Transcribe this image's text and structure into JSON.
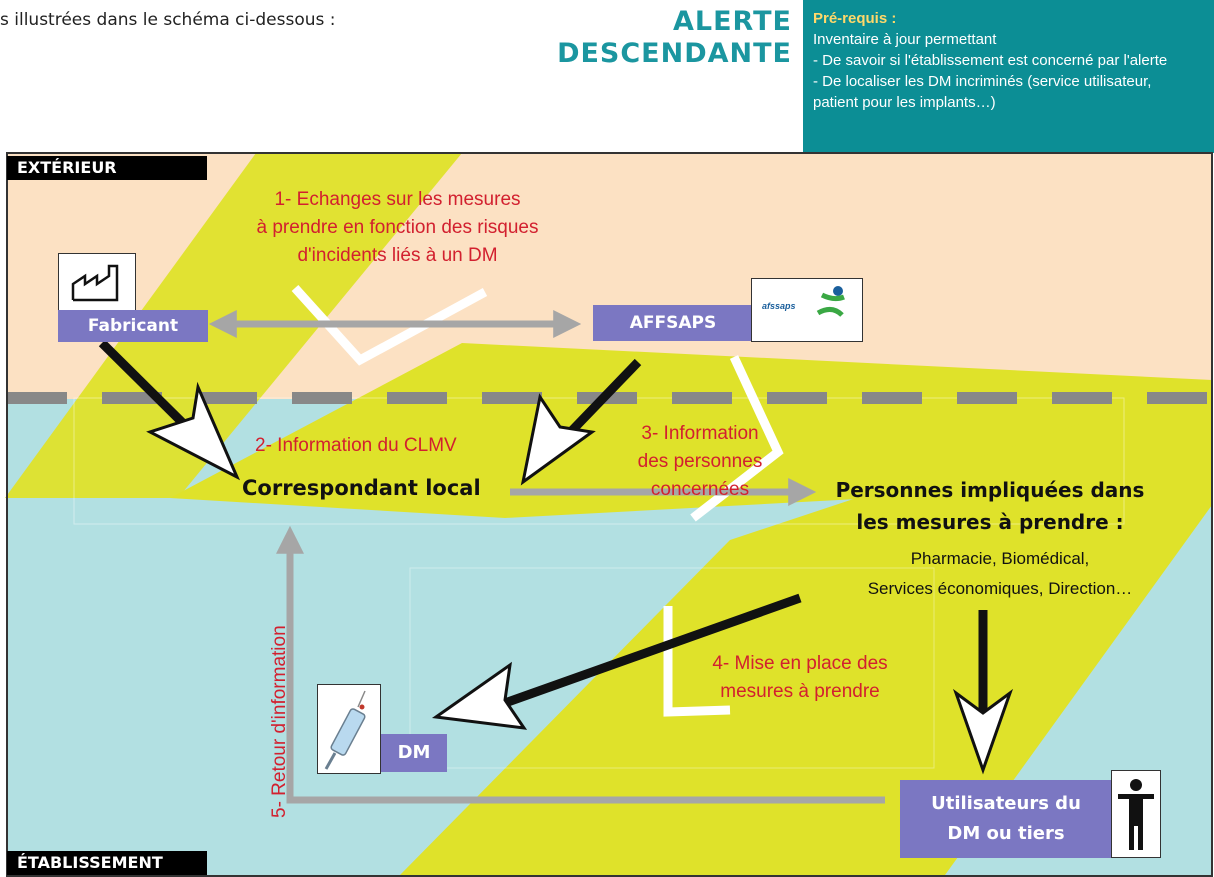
{
  "intro_text": "s illustrées dans le schéma ci-dessous :",
  "alert_title": [
    "ALERTE",
    "DESCENDANTE"
  ],
  "prerequisites": {
    "title": "Pré-requis :",
    "lines": [
      "Inventaire à jour permettant",
      "- De savoir si l'établissement est concerné par l'alerte",
      "- De localiser les DM incriminés (service utilisateur,",
      "patient pour les implants…)"
    ]
  },
  "zones": {
    "exterior": "EXTÉRIEUR",
    "establishment": "ÉTABLISSEMENT"
  },
  "colors": {
    "exterior": "#fce1c3",
    "establishment": "#b2e0e2",
    "band": "#dfe22a",
    "box": "#7b77c2",
    "steps": "#d2202f",
    "header": "#0c8e95"
  },
  "nodes": {
    "manufacturer": "Fabricant",
    "affsaps": "AFFSAPS",
    "affsaps_logo": "afssaps",
    "local_correspondent": "Correspondant local",
    "involved_people": [
      "Personnes impliquées dans",
      "les mesures à prendre :"
    ],
    "involved_people_list": [
      "Pharmacie, Biomédical,",
      "Services économiques, Direction…"
    ],
    "dm": "DM",
    "users": [
      "Utilisateurs du",
      "DM ou tiers"
    ]
  },
  "icons": {
    "manufacturer": "factory-icon",
    "affsaps": "afssaps-logo",
    "dm": "syringe-icon",
    "users": "person-icon"
  },
  "steps": {
    "step1": [
      "1- Echanges sur les mesures",
      "à prendre en fonction des risques",
      "d'incidents liés à un DM"
    ],
    "step2": "2- Information du CLMV",
    "step3": [
      "3- Information",
      "des personnes concernées"
    ],
    "step4": [
      "4- Mise en place des",
      "mesures à prendre"
    ],
    "step5": "5- Retour d'information"
  }
}
